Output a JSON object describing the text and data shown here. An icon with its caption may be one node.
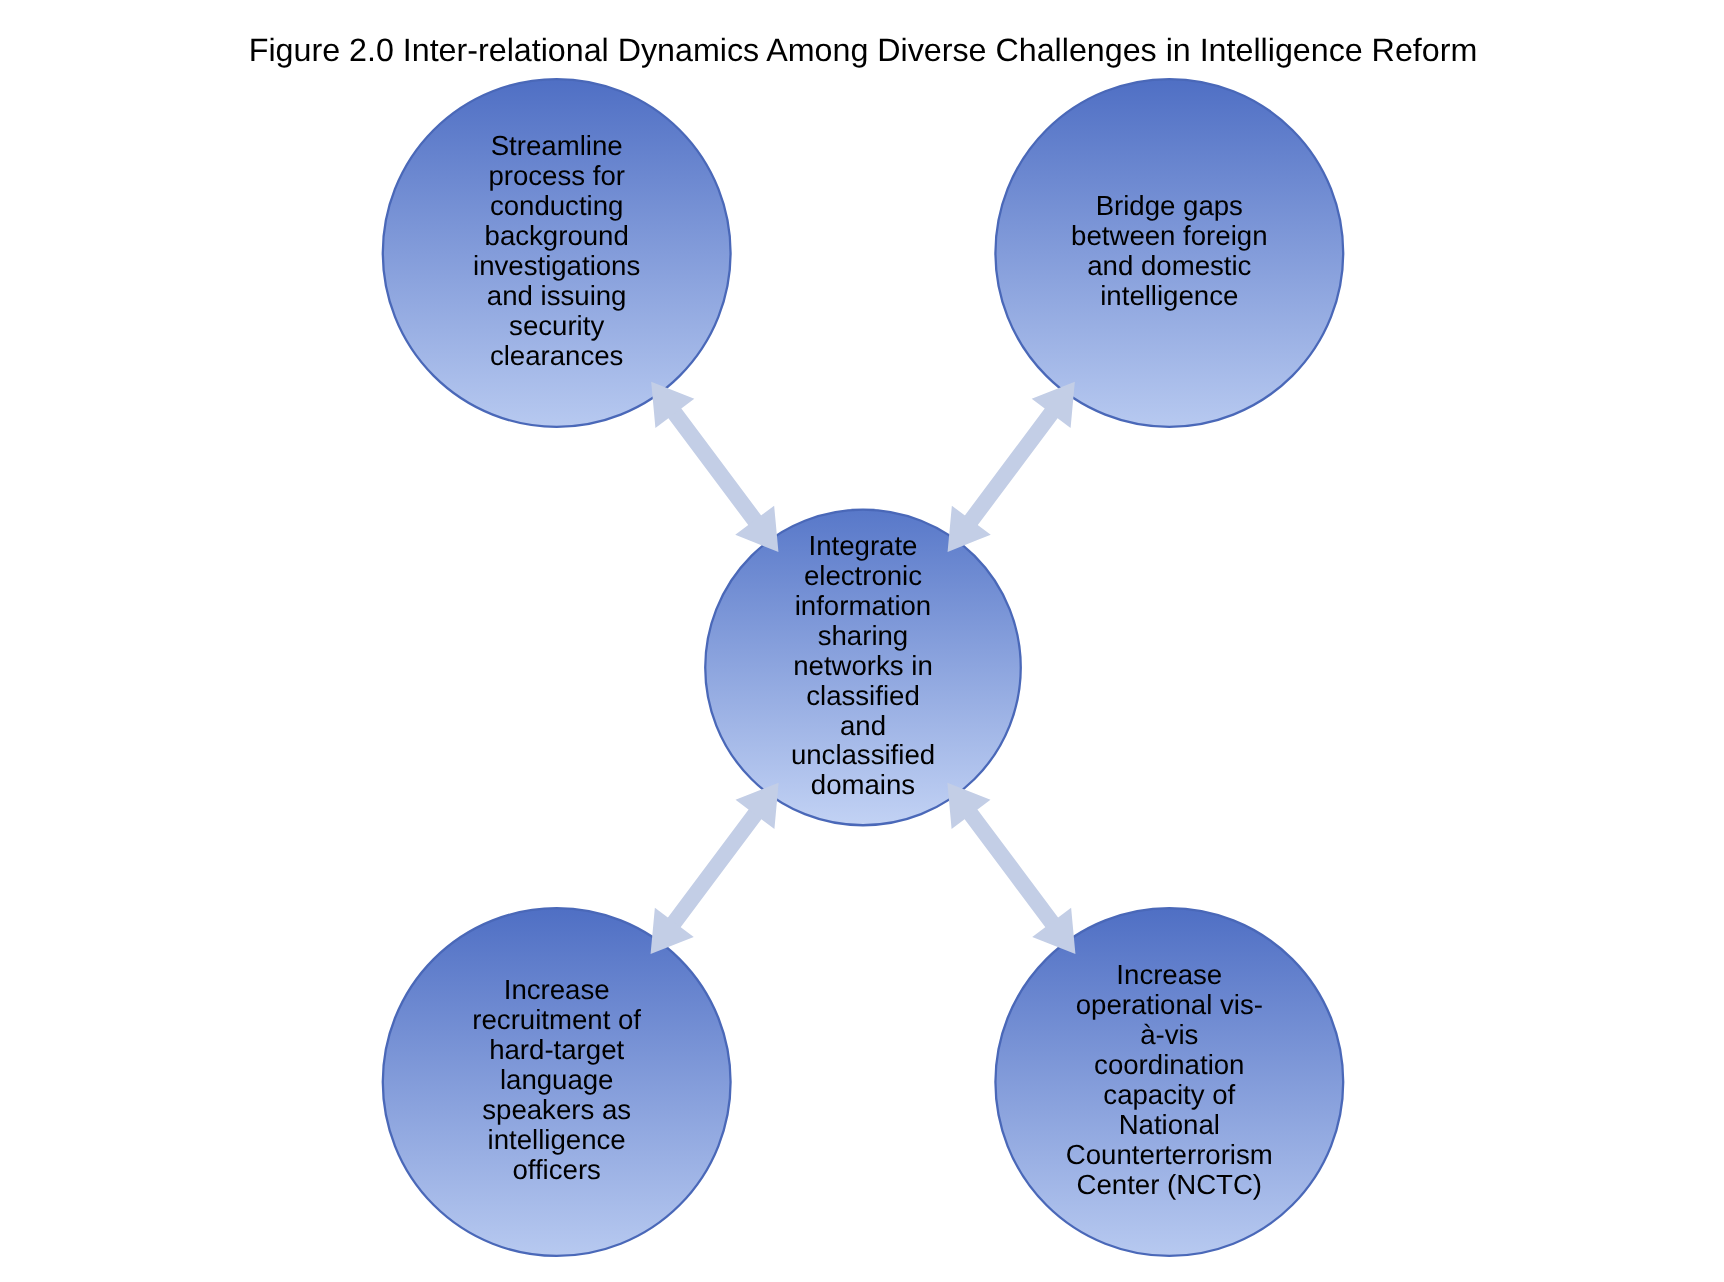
{
  "diagram": {
    "title": "Figure 2.0 Inter-relational Dynamics Among Diverse Challenges in Intelligence Reform",
    "nodes": [
      {
        "text": [
          "Streamline process for conducting background investigations and issuing security clearances"
        ]
      },
      {
        "text": [
          "Bridge gaps between foreign and domestic intelligence"
        ]
      },
      {
        "text": [
          "Integrate electronic information sharing networks in classified and unclassified domains"
        ]
      },
      {
        "text": [
          "Increase recruitment of hard-target language speakers as intelligence officers"
        ]
      },
      {
        "text": [
          "Increase operational vis-à-vis coordination capacity of National Counterterrorism Center (NCTC)"
        ]
      }
    ],
    "edges": [
      {
        "from": 0,
        "to": 2,
        "arrow": "both"
      },
      {
        "from": 1,
        "to": 2,
        "arrow": "both"
      },
      {
        "from": 2,
        "to": 3,
        "arrow": "both"
      },
      {
        "from": 2,
        "to": 4,
        "arrow": "both"
      }
    ]
  }
}
